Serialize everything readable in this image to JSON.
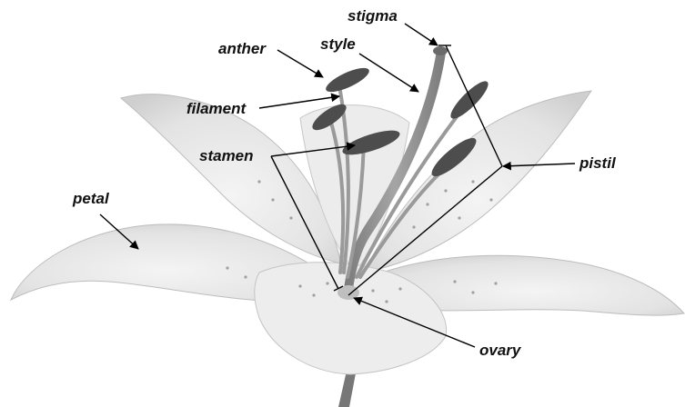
{
  "labels": {
    "stigma": "stigma",
    "anther": "anther",
    "style": "style",
    "filament": "filament",
    "stamen": "stamen",
    "pistil": "pistil",
    "petal": "petal",
    "ovary": "ovary"
  },
  "colors": {
    "background": "#ffffff",
    "petal_fill": "#e6e6e6",
    "petal_edge": "#bdbdbd",
    "anther": "#4d4d4d",
    "stem": "#8a8a8a",
    "label_text": "#111111",
    "leader_line": "#000000"
  }
}
